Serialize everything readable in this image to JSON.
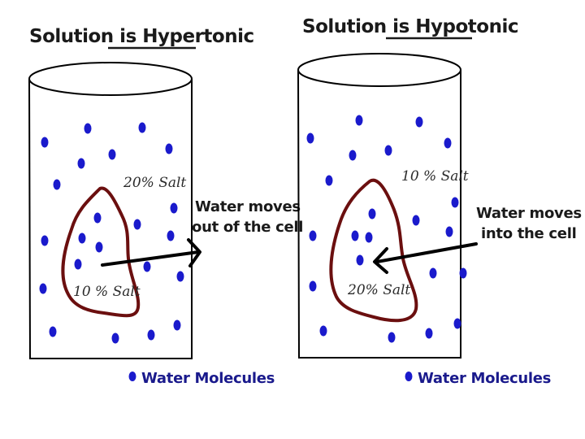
{
  "left_panel": {
    "title_prefix": "Solution is ",
    "title_keyword": "Hypertonic",
    "outside_concentration": "20% Salt",
    "inside_concentration": "10 % Salt",
    "arrow_label_line1": "Water moves",
    "arrow_label_line2": "out of the cell",
    "legend_label": "Water Molecules"
  },
  "right_panel": {
    "title_prefix": "Solution is ",
    "title_keyword": "Hypotonic",
    "outside_concentration": "10 % Salt",
    "inside_concentration": "20% Salt",
    "arrow_label_line1": "Water moves",
    "arrow_label_line2": "into the cell",
    "legend_label": "Water Molecules"
  },
  "colors": {
    "water_molecule": "#1a1acc",
    "cell_membrane": "#6b0f0f",
    "outline": "#000000"
  }
}
